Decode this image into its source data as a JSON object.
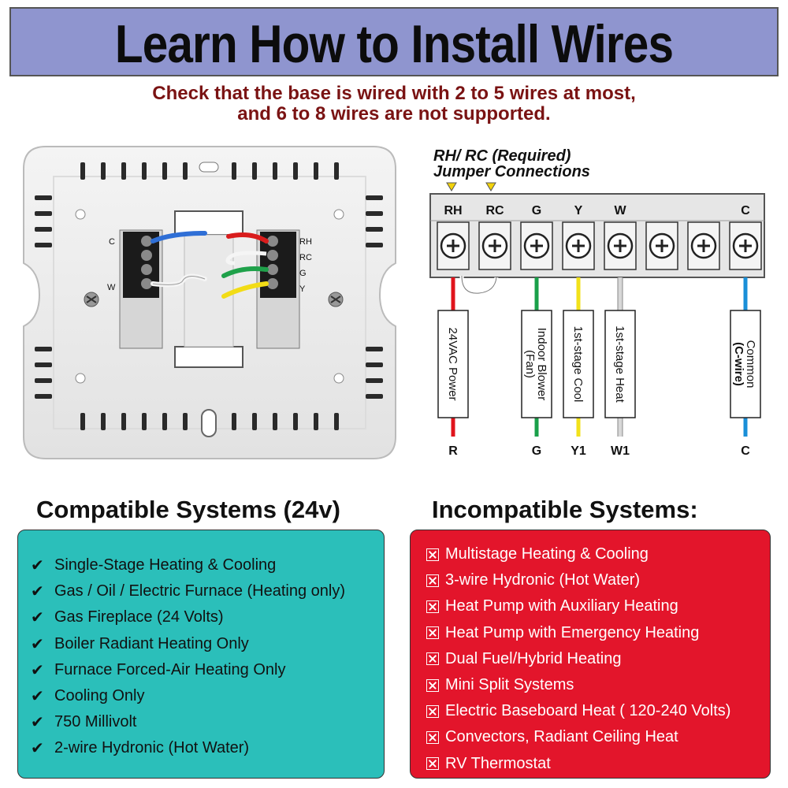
{
  "header": {
    "title": "Learn How to Install Wires",
    "subtitle_line1": "Check that the base is wired with 2 to 5 wires at most,",
    "subtitle_line2": "and 6 to 8 wires are not supported."
  },
  "base_plate": {
    "left_terminals": [
      "C",
      "W"
    ],
    "right_terminals": [
      "RH",
      "RC",
      "G",
      "Y"
    ]
  },
  "wiring_diagram": {
    "jumper_note_line1": "RH/ RC (Required)",
    "jumper_note_line2": "Jumper Connections",
    "terminals": [
      "RH",
      "RC",
      "G",
      "Y",
      "W",
      "",
      "",
      "C"
    ],
    "wires": [
      {
        "label": "24VAC Power",
        "code": "R",
        "color": "#e0141c"
      },
      {
        "label": "Indoor Blower (Fan)",
        "code": "G",
        "color": "#1aa04a"
      },
      {
        "label": "1st-stage Cool",
        "code": "Y1",
        "color": "#f2e21a"
      },
      {
        "label": "1st-stage Heat",
        "code": "W1",
        "color": "#d8d8d8"
      },
      {
        "label": "Common",
        "label_sub": "(C-wire)",
        "code": "C",
        "color": "#1a8fd8"
      }
    ]
  },
  "compatible": {
    "title": "Compatible Systems (24v)",
    "items": [
      "Single-Stage Heating & Cooling",
      "Gas / Oil / Electric Furnace (Heating only)",
      "Gas Fireplace (24 Volts)",
      "Boiler Radiant Heating Only",
      "Furnace Forced-Air Heating Only",
      "Cooling Only",
      "750 Millivolt",
      "2-wire Hydronic (Hot Water)"
    ],
    "color": "#2bbfba"
  },
  "incompatible": {
    "title": "Incompatible Systems:",
    "items": [
      "Multistage Heating & Cooling",
      "3-wire Hydronic (Hot Water)",
      "Heat Pump with Auxiliary Heating",
      "Heat Pump with Emergency Heating",
      "Dual Fuel/Hybrid Heating",
      "Mini Split Systems",
      "Electric Baseboard Heat ( 120-240 Volts)",
      "Convectors, Radiant Ceiling Heat",
      "RV Thermostat"
    ],
    "color": "#e3152b"
  }
}
